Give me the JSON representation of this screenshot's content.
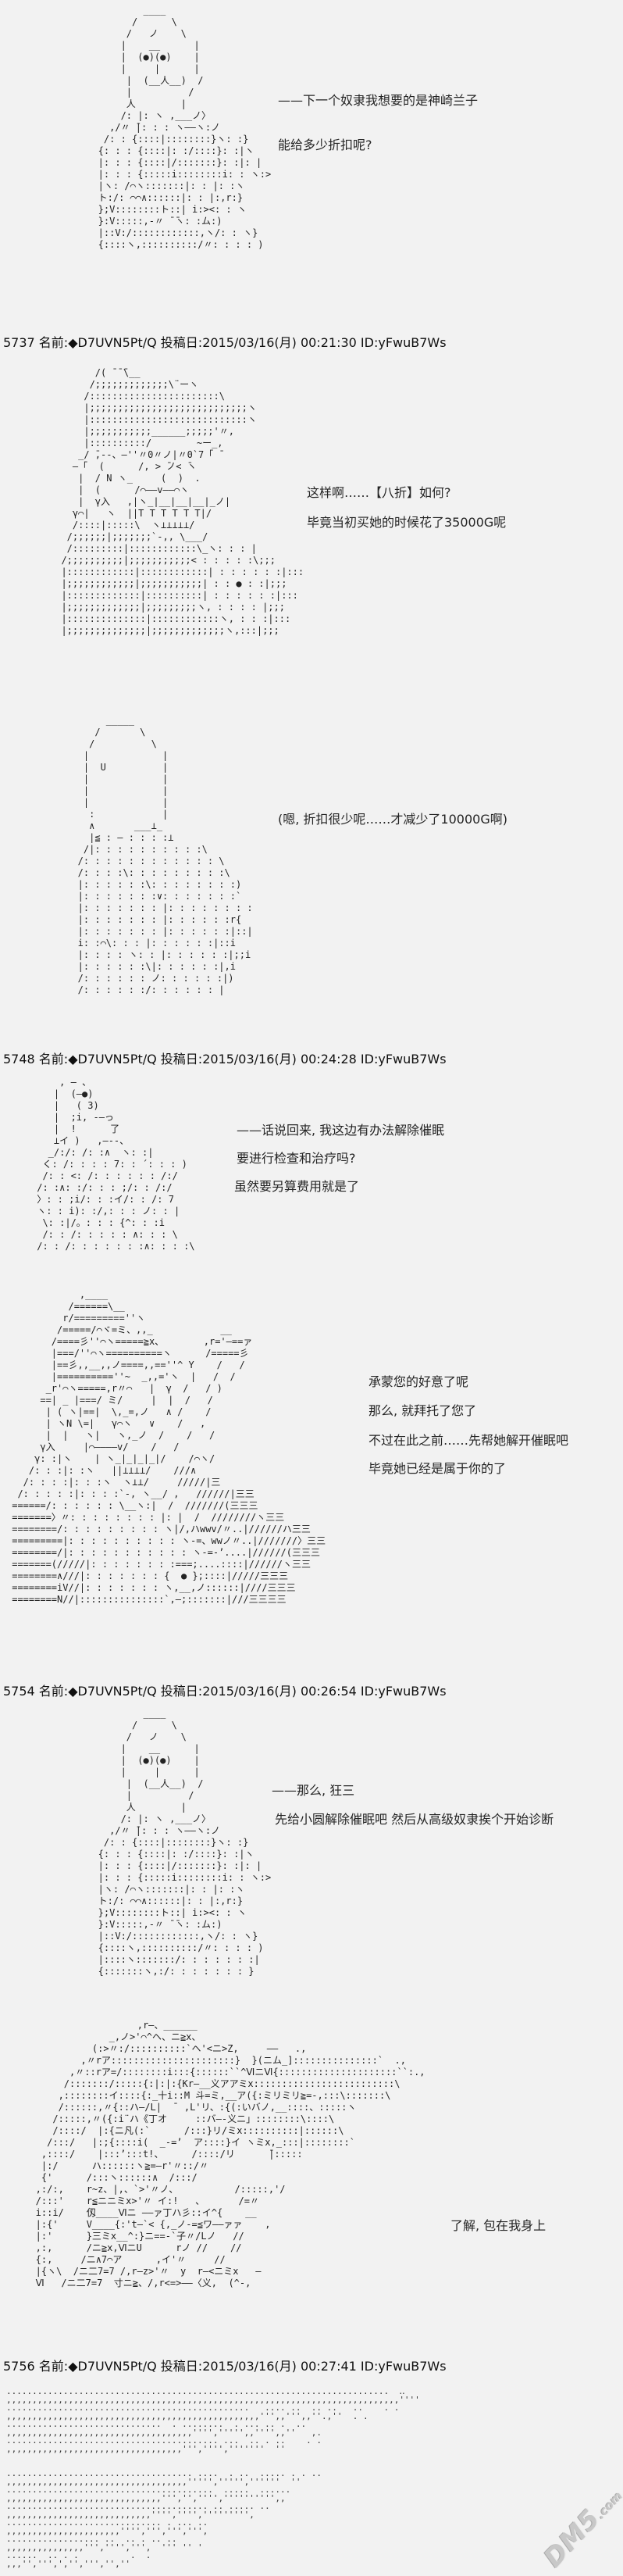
{
  "colors": {
    "background": "#f2f2f2",
    "text": "#1c1c1c",
    "watermark": "#c8c8c8"
  },
  "watermark": {
    "main": "DM5",
    "sub": ".com"
  },
  "posts": [
    {
      "header": "",
      "aa": [
        "           ____",
        "         /      \\",
        "        /   ノ    \\",
        "       |    __      |",
        "       |  (●)(●)    |",
        "       |     |      |",
        "        |  (__人__)  /",
        "        |          /",
        "        人        |",
        "       /: |: ヽ ,___ノ〉",
        "     ,/〃 ̄|: : : ヽ――ヽ:ノ",
        "    /: : {::::|::::::::}ヽ: :}",
        "   {: : : {::::|: :/::::}: :|ヽ",
        "   |: : : {::::|/:::::::}: :|: |",
        "   |: : : {:::::i::::::::i: : ヽ:>",
        "   |ヽ: /⌒ヽ:::::::|: : |: :ヽ",
        "   ト:/: ⌒⌒∧::::::|: : |:,r:}",
        "   };V::::::::ト::| i:><: : ヽ",
        "   }:V:::::,-〃 ̄ ̄ヽ: :ム:)",
        "   |::V:/::::::::::::,ヽ/: : ヽ}",
        "   {::::ヽ,::::::::::/〃: : : : )"
      ],
      "dialogues": [
        "——下一个奴隶我想要的是神崎兰子",
        "能给多少折扣呢?"
      ]
    },
    {
      "header": "5737 名前:◆D7UVN5Pt/Q 投稿日:2015/03/16(月) 00:21:30 ID:yFwuB7Ws",
      "aa": [
        "        /( ̄ ̄ ̄\\__",
        "       /;;;;;;;;;;;;;\\¨ーヽ",
        "      /:::::::::::::::::::::::\\",
        "      |;;;;;;;;;;;;;;;;;;;;;;;;;;;;ヽ",
        "      |::::::::::::::::::::::::::::ヽ",
        "      |;;;;;;;;;;;______;;;;;'〃,",
        "      |::::::::::/        ~ー_,",
        "     _/ ̄,--、―''〃0〃ノ|〃0`7「 ̄",
        "    ―「  (      /, > ̄ノ< ̄ヽ",
        "     |  / N ヽ_     (  )  .",
        "     |  (      /⌒――v――⌒ヽ",
        "     |  γ入   ,|ヽ_|__|__|__|_ノ|",
        "    γ⌒|   ヽ  ||T T T T T T|/",
        "    /::::|:::::\\  ヽ⊥⊥⊥⊥⊥/",
        "   /;;;;;;|;;;;;;;`-,, \\___/",
        "   /:::::::::|::::::::::::\\_ヽ: : : |",
        "  /;;;;;;;;;;|;;;;;;;;;;;< : : : : :\\;;;",
        "  |::::::::::::|::::::::::::| : : : : : :|:::",
        "  |;;;;;;;;;;;;|;;;;;;;;;;;| : : ● : :|;;;",
        "  |:::::::::::::|::::::::::| : : : : : :|:::",
        "  |;;;;;;;;;;;;;|;;;;;;;;;ヽ, : : : : |;;;",
        "  |::::::::::::::|::::::::::::ヽ, : : :|:::",
        "  |;;;;;;;;;;;;;;|;;;;;;;;;;;;;ヽ,:::|;;;"
      ],
      "dialogues": [
        "这样啊……【八折】如何?",
        "毕竟当初买她的时候花了35000G呢"
      ],
      "aa2": [
        "        _____",
        "      /       \\",
        "     /          \\",
        "    |             |",
        "    |  U          |",
        "    |             |",
        "    |             |",
        "    |             |",
        "     :            |",
        "     ∧       ___⊥_",
        "     |≦ : ― : : : :⊥",
        "    /|: : : : : : : : : :\\",
        "   /: : : : : : : : : : : : \\",
        "   /: : : :\\: : : : : : : : :\\",
        "   |: : : : : :\\: : : : : : : :)",
        "   |: : : : : : :∨: : : : : : :`",
        "   |: : : : : : : |: : : : : : : :",
        "   |: : : : : : : |: : : : : :r{",
        "   |: : : : : : : |: : : : : :|::|",
        "   i: :⌒\\: : : |: : : : : :|::i",
        "   |: : : : ヽ: : |: : : : : :|;;i",
        "   |: : : : : :\\|: : : : : :|,i",
        "   /: : : : : : ノ: : : : : :|)",
        "   /: : : : : :/: : : : : : |"
      ],
      "dialogues2": [
        "(嗯, 折扣很少呢……才减少了10000G啊)"
      ]
    },
    {
      "header": "5748 名前:◆D7UVN5Pt/Q 投稿日:2015/03/16(月) 00:24:28 ID:yFwuB7Ws",
      "aa": [
        "     , ― 、",
        "    |  (―●)",
        "    |   ( З)",
        "    |  ;i, ‐―っ",
        "    |  !      了",
        "    ⊥イ )   ,―--、",
        "   _/:/: /: :∧  ヽ: :|",
        "  く: /: : : : 7: : ´: : : )",
        "  /: : <: /: : : : : : /:/",
        " /: :∧: :/: : : ;/: : /:/",
        " 〉: : ;i/: : :イ/: : /: 7",
        " ヽ: : i): :/,: : : ノ: : |",
        "  \\: :|/。: : : {^: : :i",
        "  /: : /: : : : : ∧: : : \\",
        " /: : /: : : : : : :∧: : : :\\"
      ],
      "dialogues": [
        "——话说回来, 我这边有办法解除催眠",
        "要进行检查和治疗吗?",
        "虽然要另算费用就是了"
      ],
      "aa2": [
        "             ,____",
        "           /======\\__",
        "          r/=========''ヽ",
        "         /=====/⌒ヾ=ミ、,,_            __",
        "        /====彡''⌒ヽ=====≧x、       ,r='―==ァ",
        "        |===/''⌒ヽ==========ヽ      /=====彡",
        "        |==彡,,__,,ノ====,,==''^ Y    /   /",
        "        |==========''~  _,,='ヽ  |   /  /",
        "       _r'⌒ヽ=====,r〃⌒   |  γ  /   / )",
        "      ==| _ |===/ ミ/     |  |  /   /",
        "       | ( ヽ|==|  \\,_=,ノ   ∧ /    /",
        "       | ヽN \\=|   γ⌒ヽ   ∨    /   ,",
        "       |  |   ヽ|   ヽ,_ノ  /    /   /",
        "      γ入     |⌒――――v/    /   /",
        "     γ: :|ヽ    | ヽ_|_|_|_|/    /⌒ヽ/",
        "    /: : :|: :ヽ   ||⊥⊥⊥⊥/    ///∧",
        "   /: : : :|: : :ヽ  ヽ⊥⊥/     /////|三",
        "  /: : : : :|: : : :`‐, ヽ__/ ,   //////|三三",
        " ======/: : : : : : \\__ヽ:|  /  ///////(三三三",
        " =======〉〃: : : : : : : : |: |  /  ////////ヽ三三",
        " ========/: : : : : : : : : ヽ|/,ハwwv/〃..|//////ハ三三",
        " =========|: : : : : : : : : : ヽ-=、wwノ〃..|///////〉三三",
        " ========/|: : : : : : : : : : : ヽ-=-’....|//////(三三三",
        " =======(/////|: : : : : : : :===;....::::|//////ヽ三三",
        " ========∧///|: : : : : : : {  ● };::::|/////三三三",
        " ========iV//|: : : : : : : ヽ,__,ノ::::::|////三三三",
        " ========N//|:::::::::::::::`,―;:::::::|///三三三三"
      ],
      "dialogues2": [
        "承蒙您的好意了呢",
        "那么, 就拜托了您了",
        "不过在此之前……先帮她解开催眠吧",
        "毕竟她已经是属于你的了"
      ]
    },
    {
      "header": "5754 名前:◆D7UVN5Pt/Q 投稿日:2015/03/16(月) 00:26:54 ID:yFwuB7Ws",
      "aa": [
        "           ____",
        "         /      \\",
        "        /   ノ    \\",
        "       |    __      |",
        "       |  (●)(●)    |",
        "       |     |      |",
        "        |  (__人__)  /",
        "        |          /",
        "        人        |",
        "       /: |: ヽ ,___ノ〉",
        "     ,/〃 ̄|: : : ヽ――ヽ:ノ",
        "    /: : {::::|::::::::}ヽ: :}",
        "   {: : : {::::|: :/::::}: :|ヽ",
        "   |: : : {::::|/:::::::}: :|: |",
        "   |: : : {:::::i::::::::i: : ヽ:>",
        "   |ヽ: /⌒ヽ:::::::|: : |: :ヽ",
        "   ト:/: ⌒⌒∧::::::|: : |:,r:}",
        "   };V::::::::ト::| i:><: : ヽ",
        "   }:V:::::,-〃 ̄ ̄ヽ: :ム:)",
        "   |::V:/::::::::::::,ヽ/: : ヽ}",
        "   {::::ヽ,::::::::::/〃: : : : )",
        "   |::::ヽ:::::::/: : : : : : :|",
        "   {:::::::ヽ,:/: : : : : : : }"
      ],
      "dialogues": [
        "——那么, 狂三",
        "先给小圆解除催眠吧  然后从高级奴隶挨个开始诊断"
      ],
      "aa2": [
        "                     ,r―、______",
        "                _,ノ>'⌒^ヘ、ニ≧x、",
        "             (:>〃:/::::::::::`ヘ'<ニ>Z,     ――   .,",
        "           ,〃rア::::::::::::::::::::::}  }(ニム_]:::::::::::::::`  .,",
        "         ,〃::rア=/::::::::i:::{::::::``^ⅥニⅥ{:::::::::::::::::::::``:.,",
        "        /:::::::/:::::{:|:|:{Kr―__义アアミx:::::::::::::::::::::::::\\",
        "       ,::::::::イ::::{:_十i::M 斗=ミ,__ア({:ミリミリ≧=-,:::\\:::::::\\",
        "       /::::::,〃{::ハ―/L|  ̄  ,L'リ、:{(:いバノ,__::::、:::::ヽ",
        "      /:::::,〃({:i¨ハ《丁オ     ::バ―-义ニ」::::::::\\::::\\",
        "      /::::/  |:{ニ凡(:`      /:::}リ/ミx::::::::::|::::::\\",
        "     /:::/   |:;{::::i(  _‐=’  ア::::}イ ヽミx,_:::|::::::::`",
        "    ,::::/    |:::’:::t!、     /::::/リ      ̄|:::::",
        "    |:/      ハ::::::ヽ≧=―r'〃::/〃",
        "    {'      /:::ヽ::::::∧  /:::/",
        "   ,:/:,    r~z、|,、`>'〃ノ、          /:::::,'/",
        "   /:::'    r≦ニニミx>'〃 イ:!   、      /=〃",
        "   i::i/    仭____Ⅵニ ――ァ丁ハ彡::イ^{    __",
        "   |:{'     V____{:'t―`< {,_ノ‐=≦ワ――ァァ    ,",
        "   |:'      }三ミx__^:}ニ==‐`子〃/Lノ   //",
        "   ,:,      /ニ≧x,ⅥニU      rノ //    //",
        "   {:,     /ニ∧7⌒ア      ,イ'〃     //",
        "   |{ヽ\\  /ニ二7=7 /,r―z>'〃  y  r―<ニミx   ―",
        "   Ⅵ   /ニ二7=7  寸ニ≧、/,r<=>――〈义,  (^‐,"
      ],
      "dialogues2": [
        "了解, 包在我身上"
      ]
    },
    {
      "header": "5756 名前:◆D7UVN5Pt/Q 投稿日:2015/03/16(月) 00:27:41 ID:yFwuB7Ws",
      "aa": [
        "..........................................................................  ‥",
        ",,,,,,,,,,,,,,,,,,,,,,,,,,,,,,,,,,,,,,,,,,,,,,,,,,,,,,,,,,,,,,,,,,,,,,,,,,,,''''",
        "...............................................   .... ..  .. ..   ..    . .",
        ",,,,,,,,,,,,,,,,,,,,,,,,,,,,,,,,,,,,,,,,,,,,,,,,,''',,''',,''.,''  . .",
        "..............................  . ........  . ... .. .  ..",
        ",,,,,,,,,,,,,,,,,,,,,,,,,,,,,,,,,,,,'''',''''',,'''',,''   ,.",
        "......................................... ...  .. . ..    . .",
        ",,,,,,,,,,,,,,,,,,,,,,,,,,,,,,,,,,''','''','''''''  ''",
        "",
        "",
        ".................................... ....  . ..  ..... . . ..",
        ",,,,,,,,,,,,,,,,,,,,,,,,,,,,,,,,,,,''''',''''',''''''  ''",
        "........................................  .....  ......",
        ",,,,,,,,,,,,,,,,,,,,,,,,,,,,,,''','','''','''''''''',,",
        "....................................... .. ..... ..",
        ",,,,,,,,,,,,,,,,,,,,,,,,,,,,'''','''',''''''''',",
        ".............................. . ... ..",
        ",,,,,,,,,,,,,,,,,,,,,,'''',''',''',''',",
        ".................. ..  .. . .. ..",
        ",,,,,,,,,,,,,,,''','''',''',  ''' '' '",
        "......  .. . .          .  .",
        ",,,'',''',','',''','',''"
      ],
      "dialogues": []
    }
  ]
}
